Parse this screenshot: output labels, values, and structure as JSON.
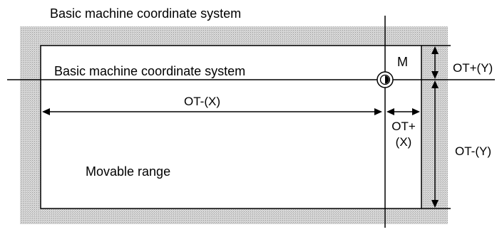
{
  "labels": {
    "top_title": "Basic machine coordinate system",
    "axis_label": "Basic machine coordinate system",
    "origin_marker": "M",
    "ot_plus_y": "OT+(Y)",
    "ot_minus_x": "OT-(X)",
    "ot_plus_x_line1": "OT+",
    "ot_plus_x_line2": "(X)",
    "ot_minus_y": "OT-(Y)",
    "movable_range": "Movable range"
  },
  "colors": {
    "line": "#000000",
    "hatch_background": "#d8d8d8",
    "hatch_dots": "#9a9a9a",
    "range_fill": "#ffffff"
  }
}
